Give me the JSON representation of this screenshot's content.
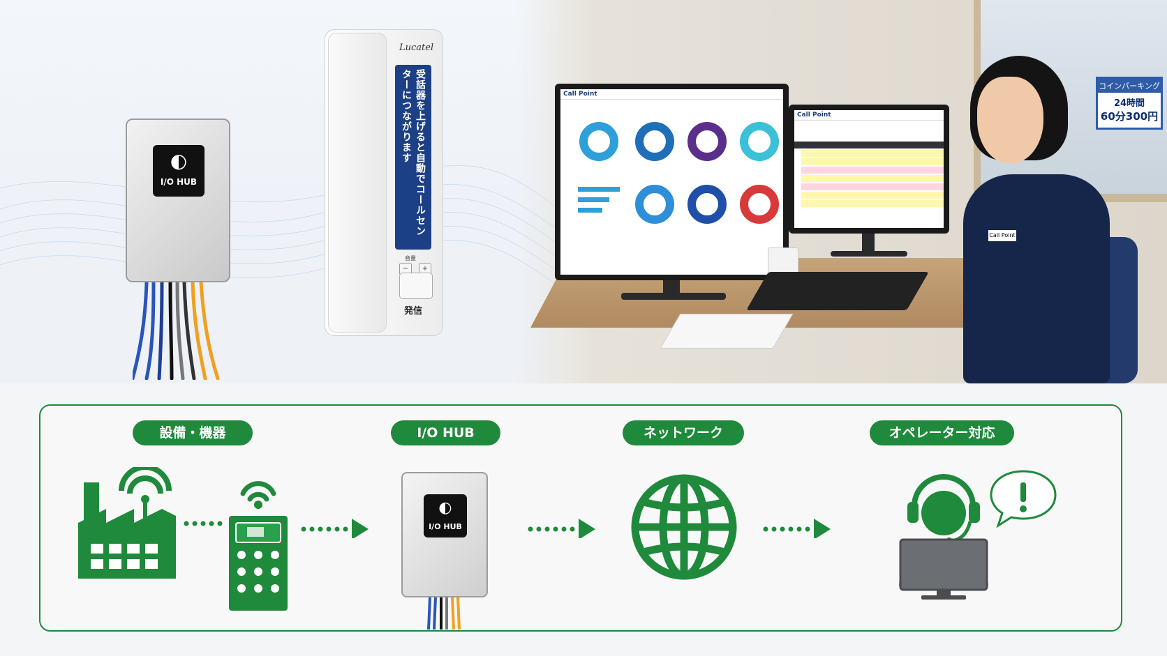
{
  "hub": {
    "label": "I/O HUB"
  },
  "handset": {
    "brand": "Lucatel",
    "instruction": "受話器を上げると自動でコールセンターにつながります",
    "volume_label": "音量",
    "call_label": "発信"
  },
  "monitor": {
    "app_title": "Call Point"
  },
  "sign": {
    "line1": "コインパーキング",
    "line2": "24時間",
    "line3": "60分300円"
  },
  "staff": {
    "badge": "Call Point"
  },
  "flow": {
    "steps": [
      {
        "label": "設備・機器"
      },
      {
        "label": "I/O HUB"
      },
      {
        "label": "ネットワーク"
      },
      {
        "label": "オペレーター対応"
      }
    ]
  },
  "colors": {
    "accent": "#1f8a3c",
    "navy": "#1c3f86"
  }
}
